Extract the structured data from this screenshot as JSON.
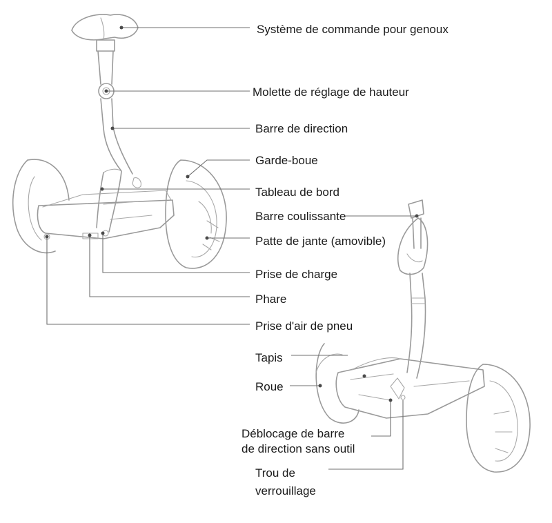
{
  "labels": {
    "knee_control": "Système de commande pour genoux",
    "height_knob": "Molette de réglage de hauteur",
    "steering_bar": "Barre de direction",
    "fender": "Garde-boue",
    "dashboard": "Tableau de bord",
    "sliding_bar": "Barre coulissante",
    "rim_tab": "Patte de jante (amovible)",
    "charge_port": "Prise de charge",
    "headlight": "Phare",
    "tire_valve": "Prise d'air de pneu",
    "mat": "Tapis",
    "wheel": "Roue",
    "toolless_release_line1": "Déblocage de barre",
    "toolless_release_line2": "de direction sans outil",
    "lock_hole_line1": "Trou de",
    "lock_hole_line2": "verrouillage"
  },
  "colors": {
    "outline": "#9a9a9a",
    "leader": "#6f6f6f",
    "text": "#1a1a1a"
  }
}
